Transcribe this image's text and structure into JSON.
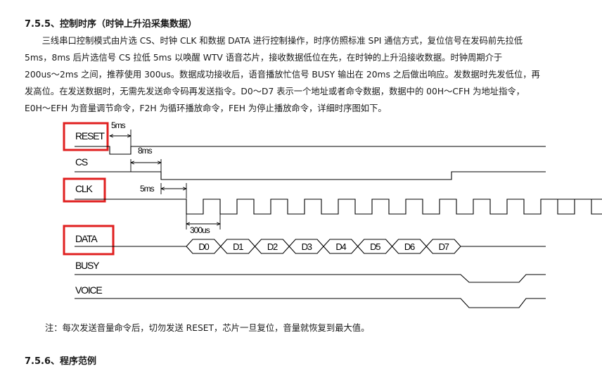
{
  "section_heading": "7.5.5、控制时序（时钟上升沿采集数据）",
  "paragraph_lines": [
    "　　三线串口控制模式由片选 CS、时钟 CLK 和数据 DATA 进行控制操作，时序仿照标准 SPI 通信方式，复位信号在发码前先拉低",
    "5ms，8ms 后片选信号 CS 拉低 5ms 以唤醒 WTV 语音芯片，接收数据低位在先，在时钟的上升沿接收数据。时钟周期介于",
    "200us～2ms 之间，推荐使用 300us。数据成功接收后，语音播放忙信号 BUSY 输出在 20ms 之后做出响应。发数据时先发低位，再",
    "发高位。在发送数据时，无需先发送命令码再发送指令。D0～D7 表示一个地址或者命令数据，数据中的 00H～CFH 为地址指令，",
    "E0H～EFH 为音量调节命令，F2H 为循环播放命令，FEH 为停止播放命令，详细时序图如下。"
  ],
  "timing_diagram": {
    "signals": [
      "RESET",
      "CS",
      "CLK",
      "DATA",
      "BUSY",
      "VOICE"
    ],
    "highlighted_signals": [
      "RESET",
      "CLK",
      "DATA"
    ],
    "timing_labels": {
      "reset_low": "5ms",
      "reset_to_cs": "8ms",
      "cs_to_clk": "5ms",
      "clock_period": "300us"
    },
    "data_bits": [
      "D0",
      "D1",
      "D2",
      "D3",
      "D4",
      "D5",
      "D6",
      "D7"
    ],
    "highlight_color": "#e02020"
  },
  "note": "注：每次发送音量命令后，切勿发送 RESET，芯片一旦复位，音量就恢复到最大值。",
  "next_heading": "7.5.6、程序范例"
}
